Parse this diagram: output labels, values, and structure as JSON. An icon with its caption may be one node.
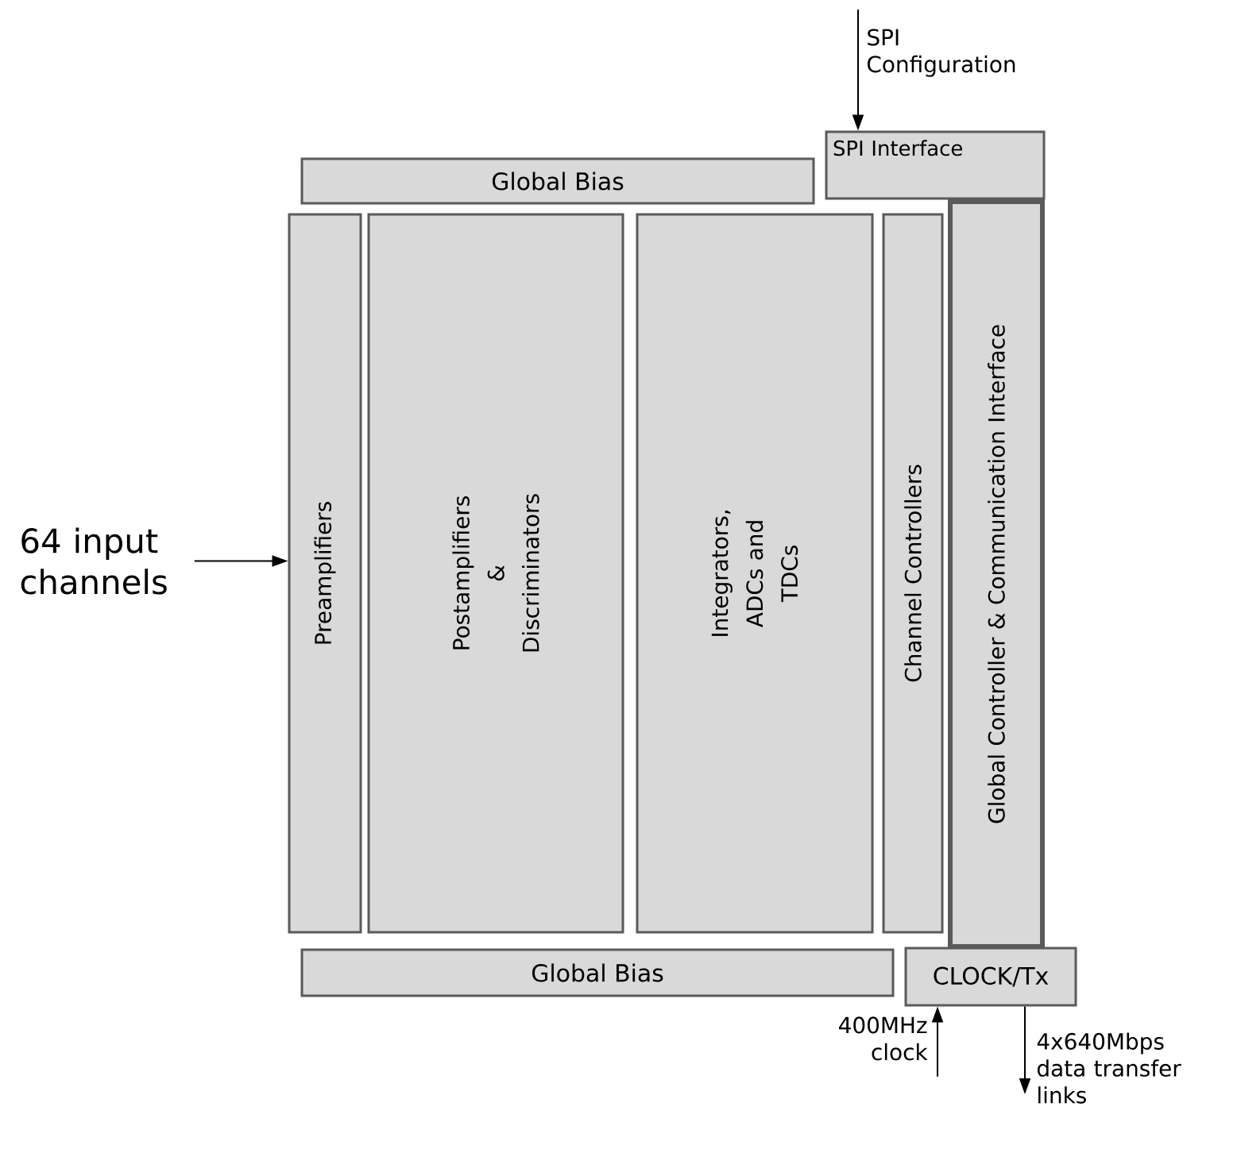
{
  "diagram": {
    "nodes": [
      {
        "text": [
          "Global Bias"
        ]
      },
      {
        "text": [
          "SPI Interface"
        ]
      },
      {
        "text": [
          "Preamplifiers"
        ]
      },
      {
        "text": [
          "Postamplifiers & Discriminators"
        ]
      },
      {
        "text": [
          "Integrators, ADCs and TDCs"
        ]
      },
      {
        "text": [
          "Channel Controllers"
        ]
      },
      {
        "text": [
          "Global Controller & Communication Interface"
        ]
      },
      {
        "text": [
          "Global Bias"
        ]
      },
      {
        "text": [
          "CLOCK/Tx"
        ]
      },
      {
        "text": [
          "SPI Configuration"
        ]
      },
      {
        "text": [
          "64 input channels"
        ]
      },
      {
        "text": [
          "400MHz clock"
        ]
      },
      {
        "text": [
          "4x640Mbps data transfer links"
        ]
      }
    ],
    "edges": [
      {
        "from": 9,
        "to": 1,
        "arrow": "to"
      },
      {
        "from": 10,
        "to": 2,
        "arrow": "to"
      },
      {
        "from": 11,
        "to": 8,
        "arrow": "to"
      },
      {
        "from": 8,
        "to": 12,
        "arrow": "to"
      }
    ]
  }
}
